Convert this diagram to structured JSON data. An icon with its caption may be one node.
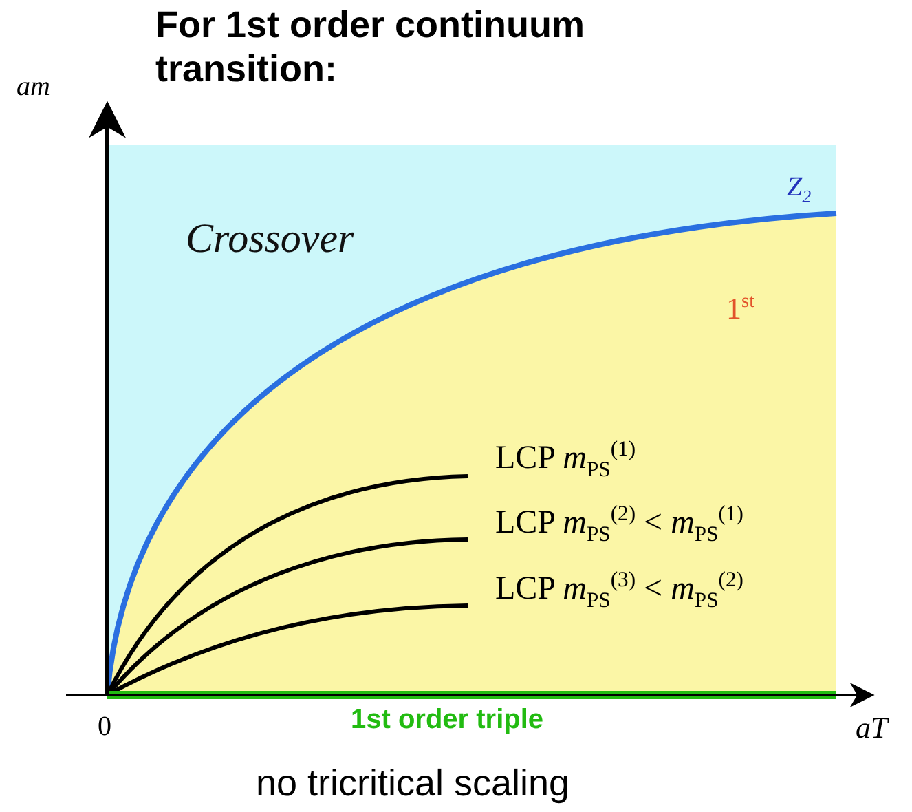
{
  "diagram": {
    "title": "For 1st order continuum transition:",
    "caption": "no tricritical scaling",
    "labels": [
      "am",
      "Crossover",
      "Z$_{2}$",
      "1$^{st}$",
      "LCP *m*$_{PS}$$^{(1)}$",
      "LCP *m*$_{PS}$$^{(2)}$ < *m*$_{PS}$$^{(1)}$",
      "LCP *m*$_{PS}$$^{(3)}$ < *m*$_{PS}$$^{(2)}$",
      "0",
      "aT",
      "1st order triple"
    ]
  }
}
